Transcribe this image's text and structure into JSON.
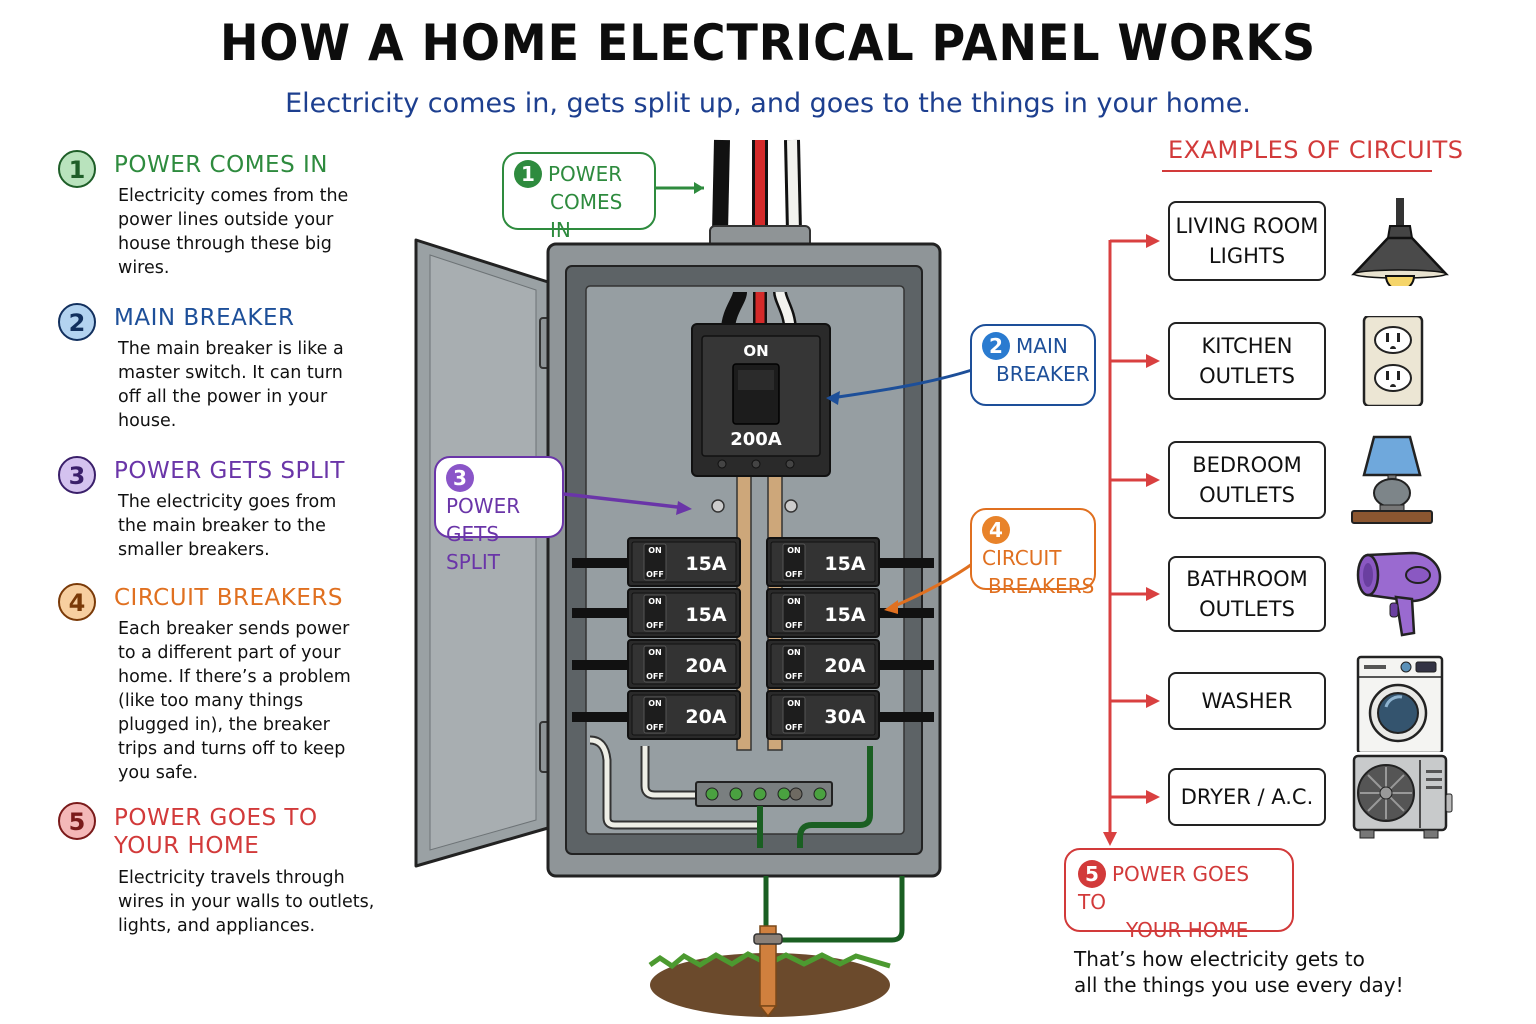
{
  "header": {
    "title": "HOW A HOME ELECTRICAL PANEL WORKS",
    "subtitle": "Electricity comes in, gets split up, and goes to the things in your home."
  },
  "colors": {
    "step1": "#2e8b3e",
    "step2": "#1d4f99",
    "step3": "#6a35a8",
    "step4": "#e07020",
    "step5": "#d23a3a",
    "arrow_red": "#d94040"
  },
  "steps": [
    {
      "number": "1",
      "heading": "POWER COMES IN",
      "body": "Electricity comes from the power lines outside your house through these big wires."
    },
    {
      "number": "2",
      "heading": "MAIN BREAKER",
      "body": "The main breaker is like a master switch. It can turn off all the power in your house."
    },
    {
      "number": "3",
      "heading": "POWER GETS SPLIT",
      "body": "The electricity goes from the main breaker to the smaller breakers."
    },
    {
      "number": "4",
      "heading": "CIRCUIT BREAKERS",
      "body": "Each breaker sends power to a different part of your home. If there’s a problem (like too many things plugged in), the breaker trips and turns off to keep you safe."
    },
    {
      "number": "5",
      "heading_line1": "POWER GOES TO",
      "heading_line2": "YOUR HOME",
      "body": "Electricity travels through wires in your walls to outlets, lights, and appliances."
    }
  ],
  "callouts": {
    "power_in": {
      "number": "1",
      "line1": "POWER",
      "line2": "COMES IN"
    },
    "main_breaker": {
      "number": "2",
      "line1": "MAIN",
      "line2": "BREAKER"
    },
    "split": {
      "number": "3",
      "line1": "POWER",
      "line2": "GETS SPLIT"
    },
    "breakers": {
      "number": "4",
      "line1": "CIRCUIT",
      "line2": "BREAKERS"
    },
    "home": {
      "number": "5",
      "line1": "POWER GOES TO",
      "line2": "YOUR HOME"
    }
  },
  "panel": {
    "main_breaker": {
      "state": "ON",
      "rating": "200A"
    },
    "switch_on": "ON",
    "switch_off": "OFF",
    "left_column": [
      "15A",
      "15A",
      "20A",
      "20A"
    ],
    "right_column": [
      "15A",
      "15A",
      "20A",
      "30A"
    ]
  },
  "examples": {
    "heading": "EXAMPLES OF CIRCUITS",
    "items": [
      {
        "line1": "LIVING ROOM",
        "line2": "LIGHTS",
        "icon": "pendant-lamp-icon"
      },
      {
        "line1": "KITCHEN",
        "line2": "OUTLETS",
        "icon": "wall-outlet-icon"
      },
      {
        "line1": "BEDROOM",
        "line2": "OUTLETS",
        "icon": "table-lamp-icon"
      },
      {
        "line1": "BATHROOM",
        "line2": "OUTLETS",
        "icon": "hair-dryer-icon"
      },
      {
        "line1": "WASHER",
        "line2": "",
        "icon": "washing-machine-icon"
      },
      {
        "line1": "DRYER / A.C.",
        "line2": "",
        "icon": "ac-unit-icon"
      }
    ]
  },
  "closing": {
    "line1": "That’s how electricity gets to",
    "line2": "all the things you use every day!"
  }
}
